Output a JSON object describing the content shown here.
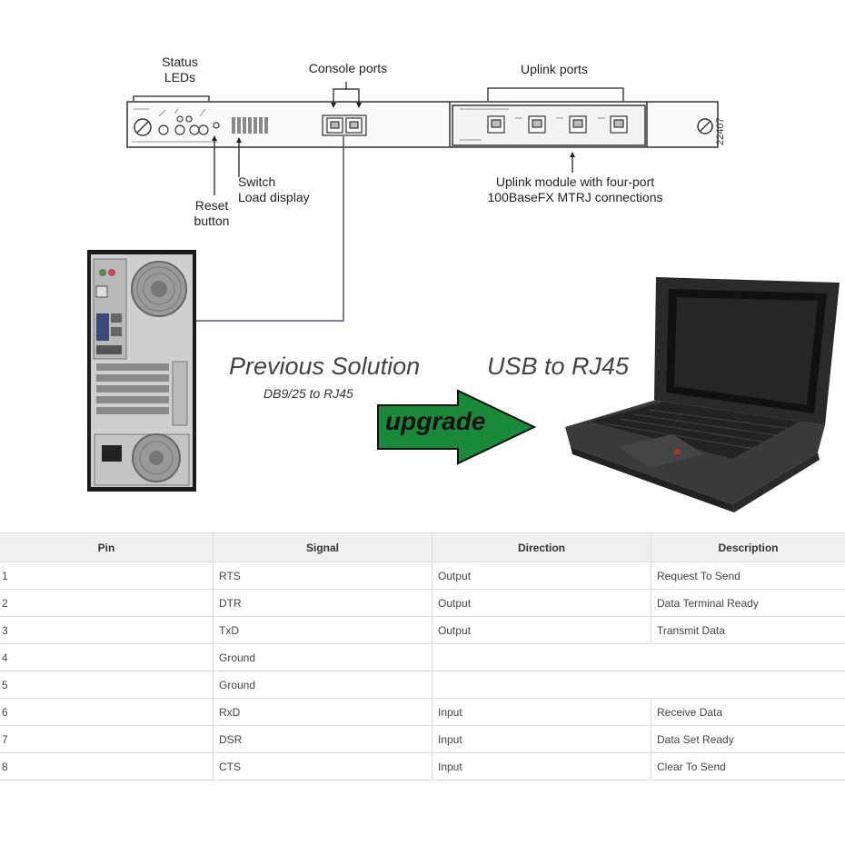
{
  "diagram": {
    "labels": {
      "status_leds_1": "Status",
      "status_leds_2": "LEDs",
      "console_ports": "Console ports",
      "uplink_ports": "Uplink ports",
      "reset_1": "Reset",
      "reset_2": "button",
      "switch_1": "Switch",
      "switch_2": "Load display",
      "uplink_module_1": "Uplink module with four-port",
      "uplink_module_2": "100BaseFX MTRJ connections",
      "part_number": "22407"
    },
    "previous_solution": "Previous Solution",
    "previous_sub": "DB9/25 to RJ45",
    "usb_rj45": "USB to RJ45",
    "upgrade": "upgrade",
    "arrow_color": "#1a8a3a"
  },
  "table": {
    "headers": [
      "Pin",
      "Signal",
      "Direction",
      "Description"
    ],
    "rows": [
      {
        "pin": "1",
        "signal": "RTS",
        "direction": "Output",
        "description": "Request To Send"
      },
      {
        "pin": "2",
        "signal": "DTR",
        "direction": "Output",
        "description": "Data Terminal Ready"
      },
      {
        "pin": "3",
        "signal": "TxD",
        "direction": "Output",
        "description": "Transmit Data"
      },
      {
        "pin": "4",
        "signal": "Ground",
        "direction": "",
        "description": ""
      },
      {
        "pin": "5",
        "signal": "Ground",
        "direction": "",
        "description": ""
      },
      {
        "pin": "6",
        "signal": "RxD",
        "direction": "Input",
        "description": "Receive Data"
      },
      {
        "pin": "7",
        "signal": "DSR",
        "direction": "Input",
        "description": "Data Set Ready"
      },
      {
        "pin": "8",
        "signal": "CTS",
        "direction": "Input",
        "description": "Clear To Send"
      }
    ]
  }
}
